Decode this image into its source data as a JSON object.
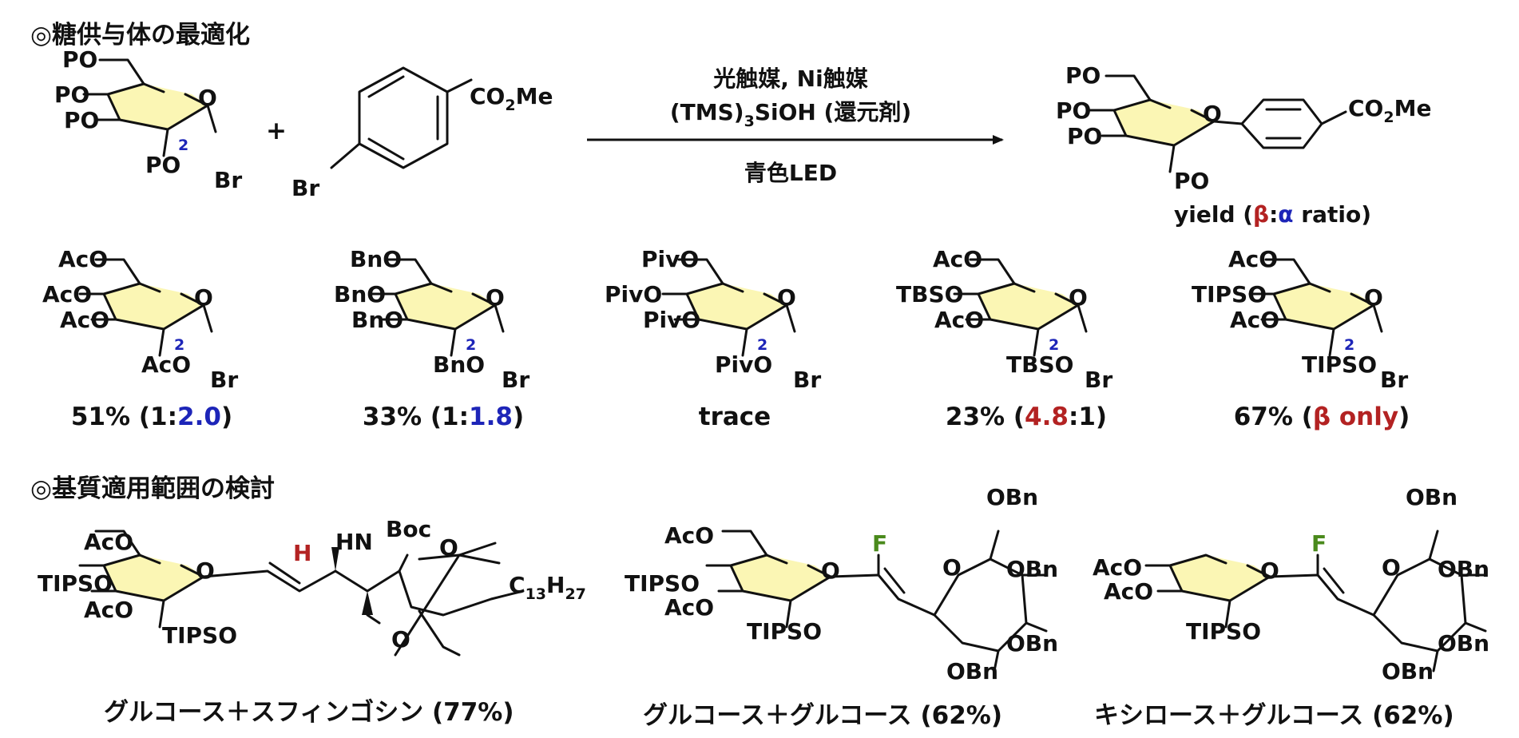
{
  "colors": {
    "red": "#b32222",
    "blue": "#1d25b8",
    "green": "#4a8a1c",
    "ring": "#fbf6b4"
  },
  "sections": {
    "optimization": "◎糖供与体の最適化",
    "scope": "◎基質適用範囲の検討"
  },
  "reaction": {
    "cond_line1": "光触媒, Ni触媒",
    "cond_line2_a": "(TMS)",
    "cond_line2_sub": "3",
    "cond_line2_b": "SiOH (還元剤)",
    "cond_line3": "青色LED",
    "plus": "+",
    "reagent_top": "CO",
    "reagent_top_sub": "2",
    "reagent_top_b": "Me",
    "reagent_br": "Br",
    "donor_labels": [
      "PO",
      "PO",
      "PO",
      "PO",
      "Br",
      "O"
    ],
    "donor_num": "2",
    "product_labels": [
      "PO",
      "PO",
      "PO",
      "PO",
      "O"
    ],
    "product_ester": "CO",
    "product_ester_sub": "2",
    "product_ester_b": "Me",
    "yield_pre": "yield (",
    "yield_beta": "β",
    "yield_colon": ":",
    "yield_alpha": "α",
    "yield_post": " ratio)"
  },
  "donors": [
    {
      "o6": "AcO",
      "o4": "AcO",
      "o3": "AcO",
      "o2": "AcO",
      "br": "Br",
      "ring_o": "O",
      "num": "2",
      "yield_a": "51% (1:",
      "yield_b": "2.0",
      "yield_c": ")"
    },
    {
      "o6": "BnO",
      "o4": "BnO",
      "o3": "BnO",
      "o2": "BnO",
      "br": "Br",
      "ring_o": "O",
      "num": "2",
      "yield_a": "33% (1:",
      "yield_b": "1.8",
      "yield_c": ")"
    },
    {
      "o6": "PivO",
      "o4": "PivO",
      "o3": "PivO",
      "o2": "PivO",
      "br": "Br",
      "ring_o": "O",
      "num": "2",
      "yield_a": "trace",
      "yield_b": "",
      "yield_c": ""
    },
    {
      "o6": "AcO",
      "o4": "TBSO",
      "o3": "AcO",
      "o2": "TBSO",
      "br": "Br",
      "ring_o": "O",
      "num": "2",
      "yield_a": "23% (",
      "yield_b": "4.8",
      "yield_c": ":1)"
    },
    {
      "o6": "AcO",
      "o4": "TIPSO",
      "o3": "AcO",
      "o2": "TIPSO",
      "br": "Br",
      "ring_o": "O",
      "num": "2",
      "yield_a": "67% (",
      "yield_b": "β only",
      "yield_c": ")"
    }
  ],
  "scope": [
    {
      "caption": "グルコース＋スフィンゴシン (77%)",
      "labels": {
        "o6": "AcO",
        "o4": "TIPSO",
        "o3": "AcO",
        "o2": "TIPSO",
        "ring_o": "O",
        "h": "H",
        "hn": "HN",
        "boc": "Boc",
        "o_a": "O",
        "o_b": "O",
        "chain": "C",
        "chain_sub1": "13",
        "chain_mid": "H",
        "chain_sub2": "27"
      }
    },
    {
      "caption": "グルコース＋グルコース (62%)",
      "labels": {
        "o6": "AcO",
        "o4": "TIPSO",
        "o3": "AcO",
        "o2": "TIPSO",
        "ring_o": "O",
        "f": "F",
        "ring2_o": "O",
        "obn1": "OBn",
        "obn2": "OBn",
        "obn3": "OBn",
        "obn4": "OBn"
      }
    },
    {
      "caption": "キシロース＋グルコース (62%)",
      "labels": {
        "o4": "AcO",
        "o3": "AcO",
        "o2": "TIPSO",
        "ring_o": "O",
        "f": "F",
        "ring2_o": "O",
        "obn1": "OBn",
        "obn2": "OBn",
        "obn3": "OBn",
        "obn4": "OBn"
      }
    }
  ]
}
